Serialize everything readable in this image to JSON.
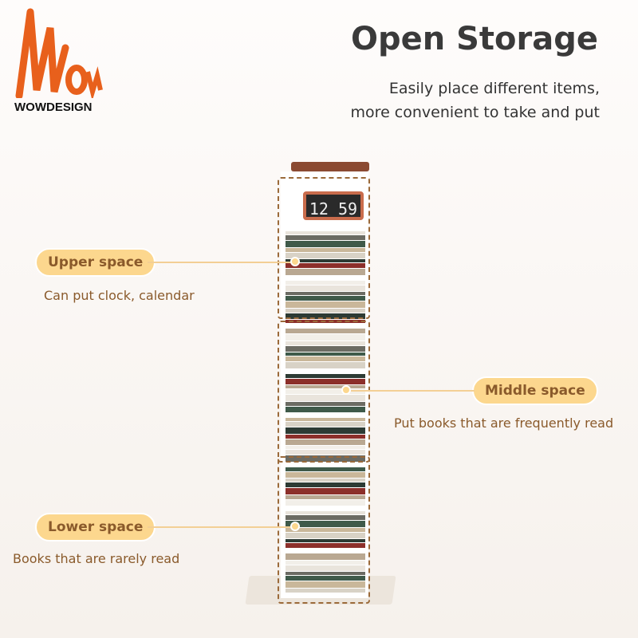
{
  "brand": {
    "logo_text": "Wow",
    "name": "WOWDESIGN",
    "logo_color": "#e8601c"
  },
  "header": {
    "title": "Open Storage",
    "subtitle_lines": [
      "Easily place different items,",
      "more convenient to take and put"
    ]
  },
  "sections": [
    {
      "label": "Upper space",
      "description": "Can put clock, calendar"
    },
    {
      "label": "Middle space",
      "description": "Put books that are frequently read"
    },
    {
      "label": "Lower space",
      "description": "Books that are rarely read"
    }
  ],
  "clock": {
    "time": "12 59"
  },
  "colors": {
    "pill": "#fcd78e",
    "text": "#8a5a2b",
    "dash": "#9b6a3a"
  }
}
